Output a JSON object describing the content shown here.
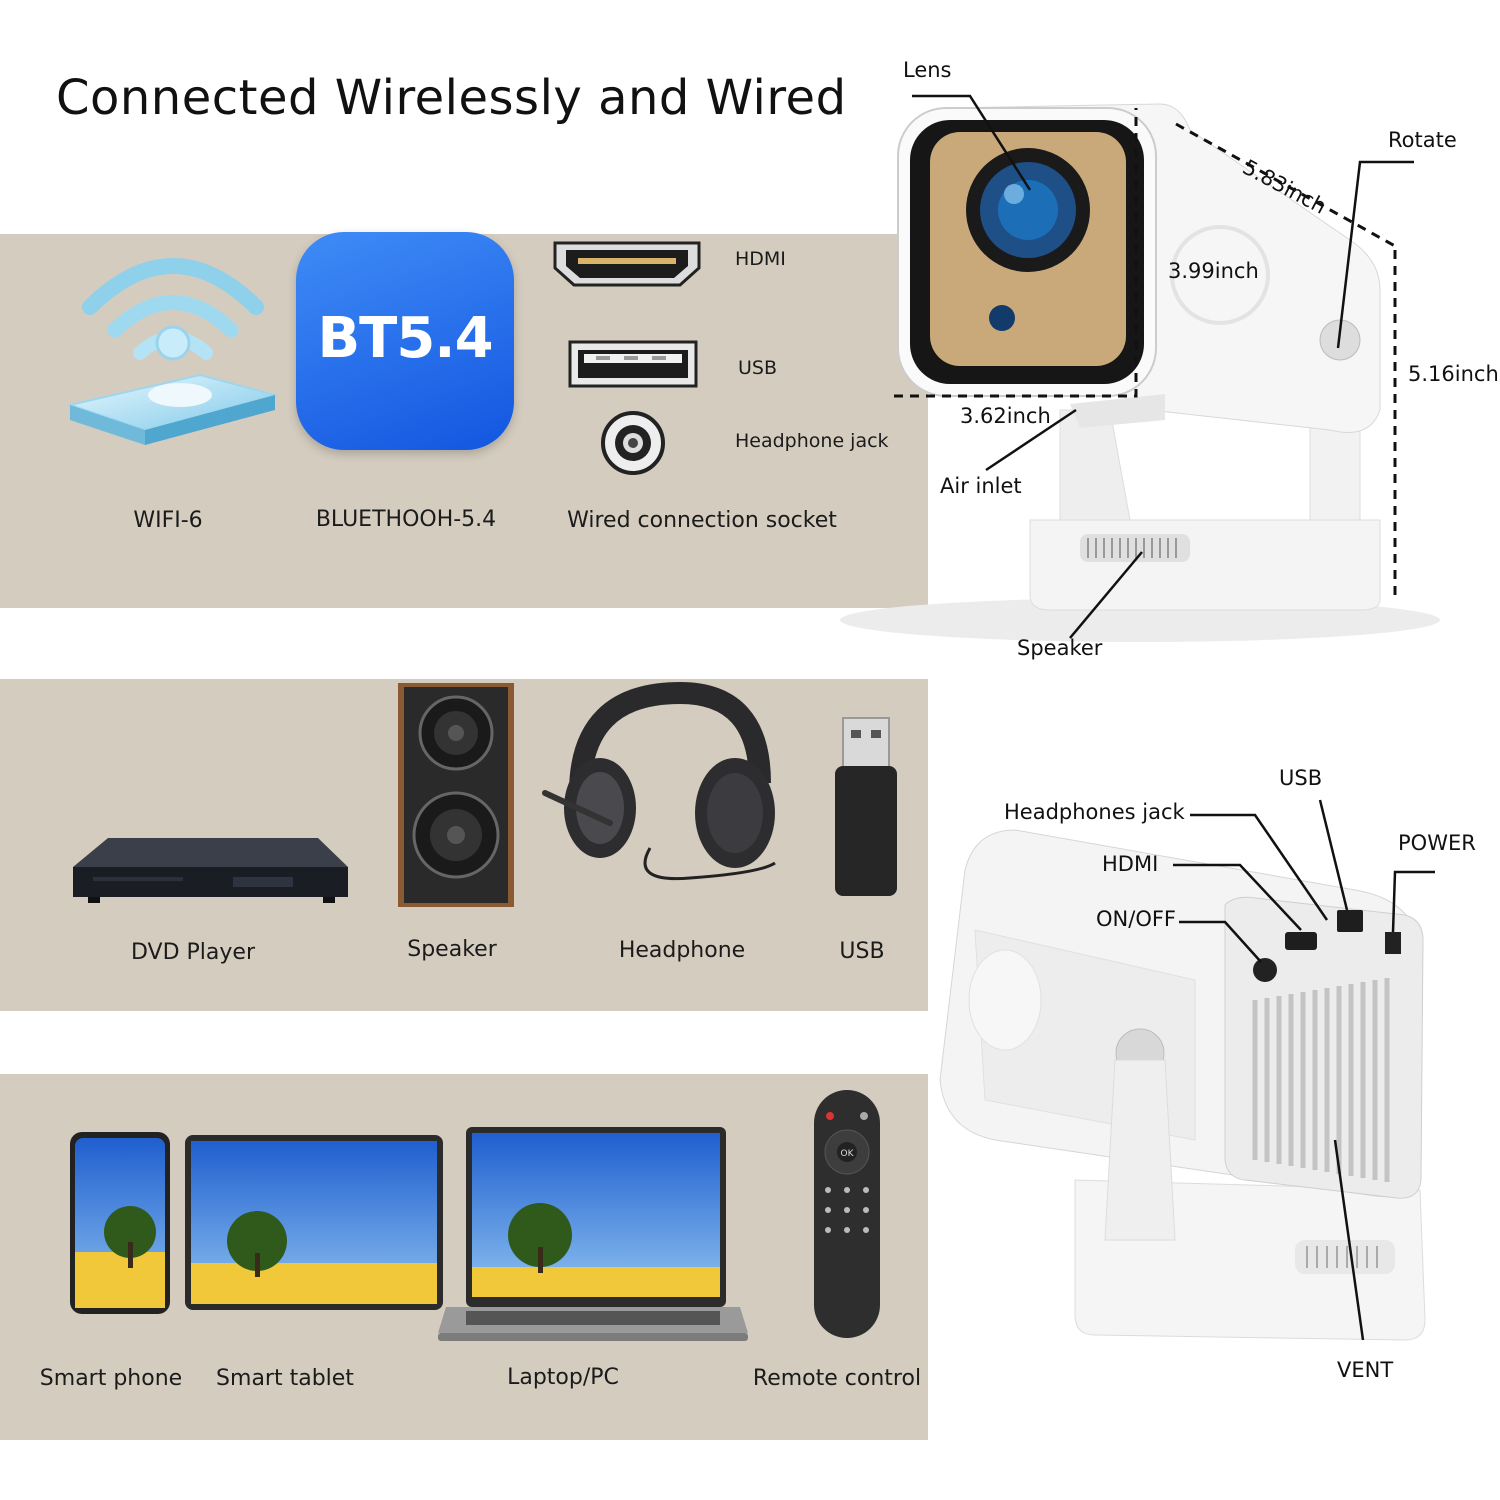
{
  "title": "Connected Wirelessly and Wired",
  "row1": {
    "wifi_label": "WIFI-6",
    "bt_badge": "BT5.4",
    "bt_label": "BLUETHOOH-5.4",
    "ports": [
      {
        "label": "HDMI",
        "icon": "hdmi-port-icon"
      },
      {
        "label": "USB",
        "icon": "usb-port-icon"
      },
      {
        "label": "Headphone jack",
        "icon": "headphone-jack-icon"
      }
    ],
    "ports_label": "Wired connection socket"
  },
  "row2": {
    "items": [
      {
        "label": "DVD Player",
        "icon": "dvd-player-icon"
      },
      {
        "label": "Speaker",
        "icon": "speaker-icon"
      },
      {
        "label": "Headphone",
        "icon": "headphone-icon"
      },
      {
        "label": "USB",
        "icon": "usb-stick-icon"
      }
    ]
  },
  "row3": {
    "items": [
      {
        "label": "Smart phone",
        "icon": "smartphone-icon"
      },
      {
        "label": "Smart tablet",
        "icon": "tablet-icon"
      },
      {
        "label": "Laptop/PC",
        "icon": "laptop-icon"
      },
      {
        "label": "Remote control",
        "icon": "remote-control-icon"
      }
    ],
    "remote_ok": "OK"
  },
  "projector_front": {
    "lens": "Lens",
    "rotate": "Rotate",
    "depth": "5.83inch",
    "height_front": "3.99inch",
    "height_total": "5.16inch",
    "width": "3.62inch",
    "air_inlet": "Air inlet",
    "speaker": "Speaker"
  },
  "projector_back": {
    "usb": "USB",
    "headphones_jack": "Headphones jack",
    "power": "POWER",
    "hdmi": "HDMI",
    "on_off": "ON/OFF",
    "vent": "VENT"
  },
  "colors": {
    "band": "#d4cdbf",
    "bt_blue": "#1f6ff0",
    "sky": "#2f6fd6",
    "field": "#f0c83a",
    "projector_white": "#f3f3f3",
    "lens_gold": "#c9a97a"
  }
}
